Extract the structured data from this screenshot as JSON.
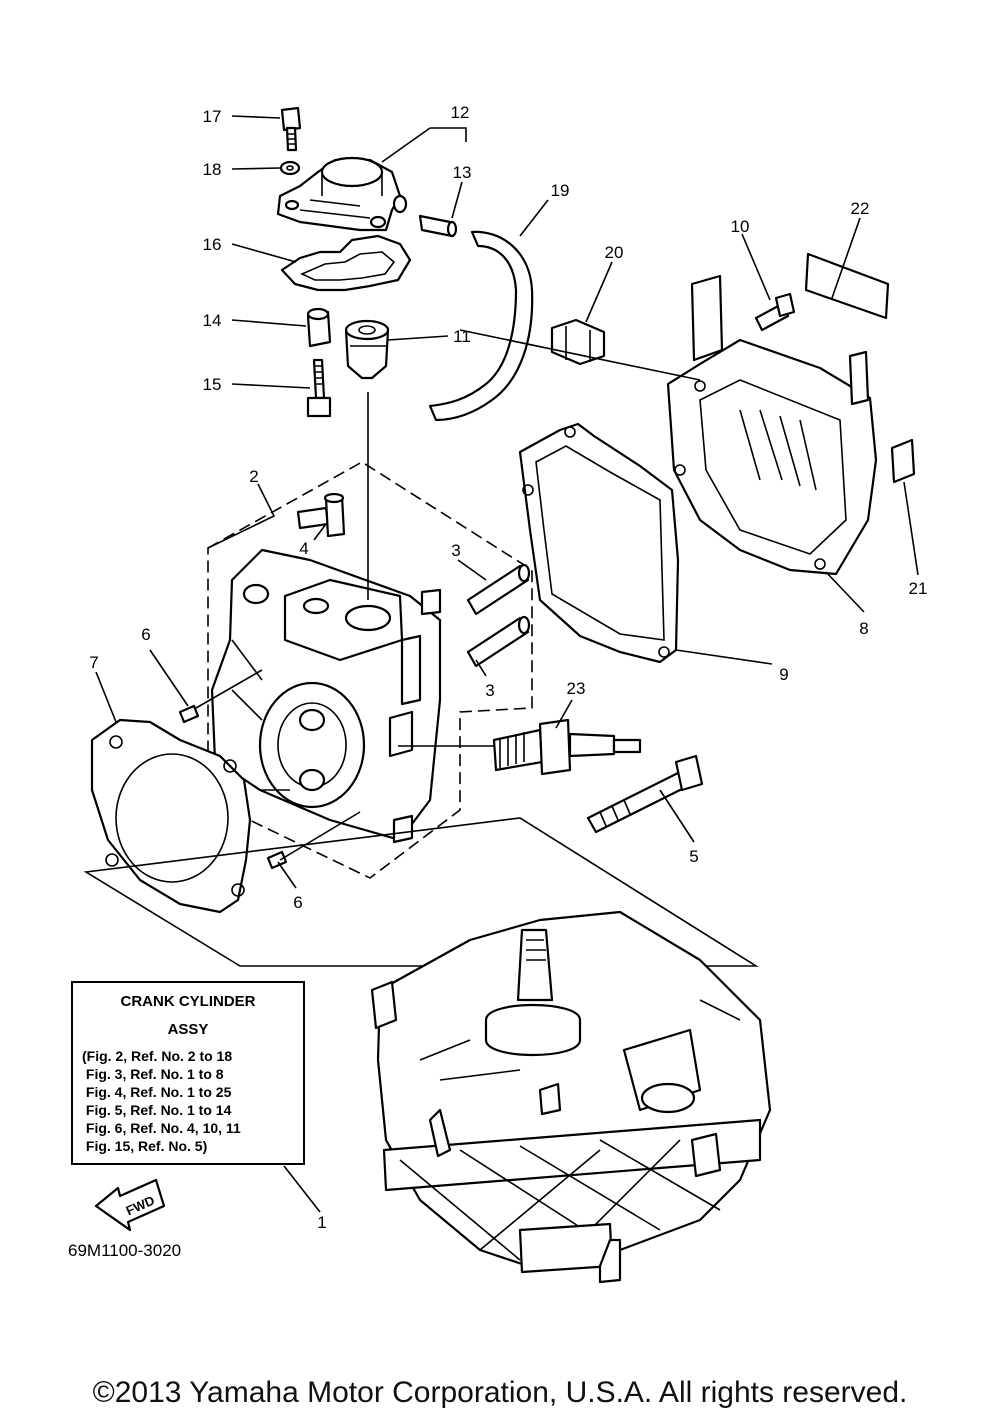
{
  "callouts": [
    {
      "id": "17",
      "label": "17"
    },
    {
      "id": "18",
      "label": "18"
    },
    {
      "id": "12",
      "label": "12"
    },
    {
      "id": "13",
      "label": "13"
    },
    {
      "id": "19",
      "label": "19"
    },
    {
      "id": "16",
      "label": "16"
    },
    {
      "id": "14",
      "label": "14"
    },
    {
      "id": "15",
      "label": "15"
    },
    {
      "id": "11",
      "label": "11"
    },
    {
      "id": "20",
      "label": "20"
    },
    {
      "id": "10",
      "label": "10"
    },
    {
      "id": "22",
      "label": "22"
    },
    {
      "id": "21",
      "label": "21"
    },
    {
      "id": "2",
      "label": "2"
    },
    {
      "id": "4",
      "label": "4"
    },
    {
      "id": "3a",
      "label": "3"
    },
    {
      "id": "3b",
      "label": "3"
    },
    {
      "id": "6a",
      "label": "6"
    },
    {
      "id": "6b",
      "label": "6"
    },
    {
      "id": "7",
      "label": "7"
    },
    {
      "id": "8",
      "label": "8"
    },
    {
      "id": "9",
      "label": "9"
    },
    {
      "id": "23",
      "label": "23"
    },
    {
      "id": "5",
      "label": "5"
    },
    {
      "id": "1",
      "label": "1"
    }
  ],
  "assy_box": {
    "title_line1": "CRANK CYLINDER",
    "title_line2": "ASSY",
    "lines": [
      "(Fig. 2, Ref. No. 2 to 18",
      " Fig. 3, Ref. No. 1 to 8",
      " Fig. 4, Ref. No. 1 to 25",
      " Fig. 5, Ref. No. 1 to 14",
      " Fig. 6, Ref. No. 4, 10, 11",
      " Fig. 15, Ref. No. 5)"
    ]
  },
  "fwd_label": "FWD",
  "drawing_code": "69M1100-3020",
  "copyright": "©2013 Yamaha Motor Corporation, U.S.A. All rights reserved."
}
